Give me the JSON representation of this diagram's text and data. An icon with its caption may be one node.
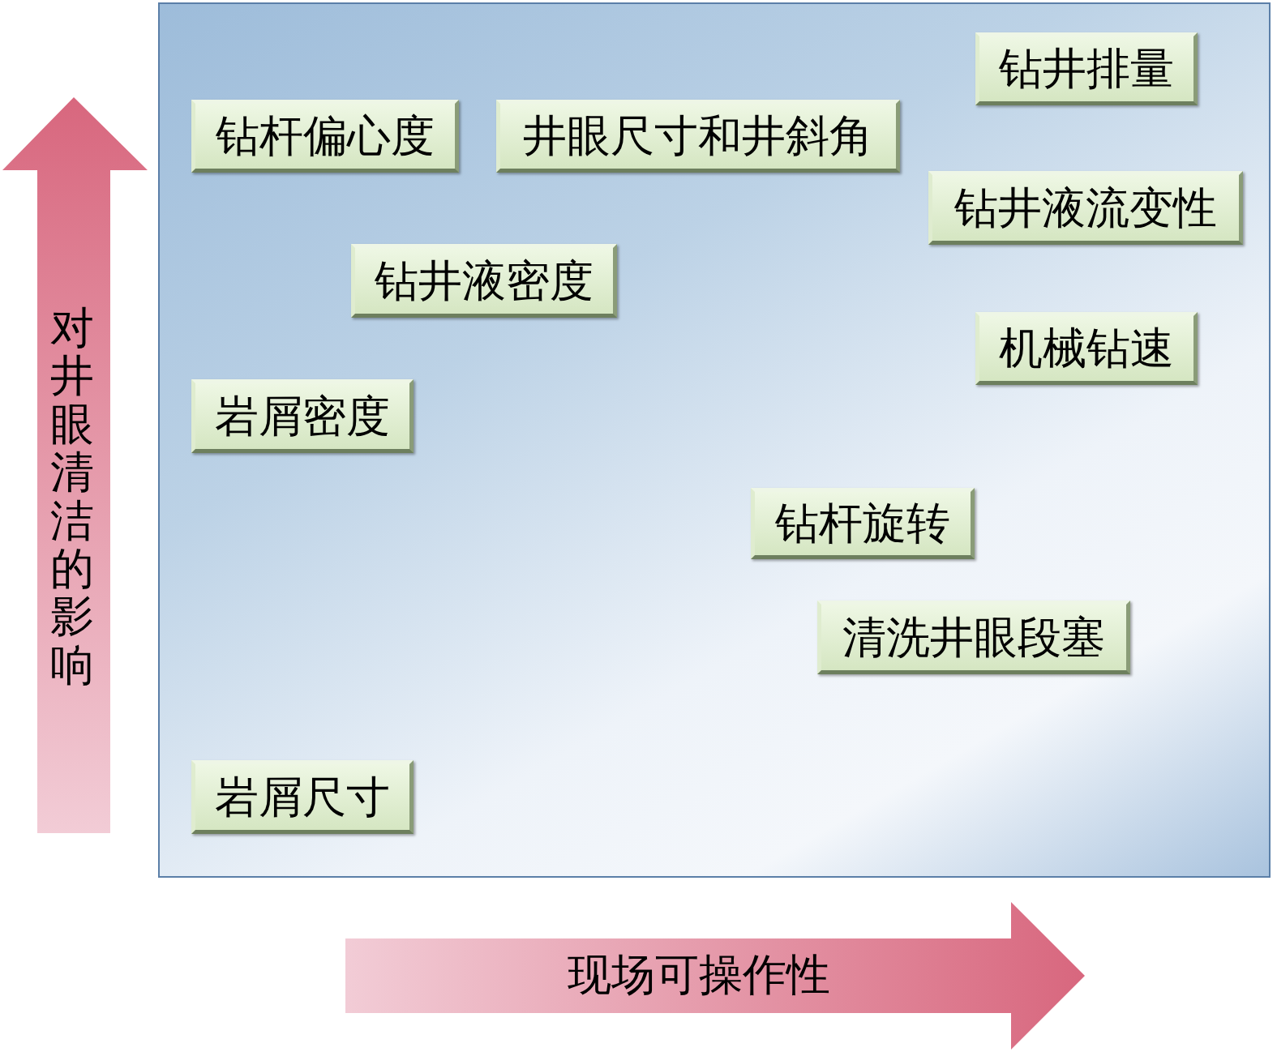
{
  "diagram": {
    "nodes": [
      {
        "text": [
          "钻井排量"
        ]
      },
      {
        "text": [
          "钻杆偏心度"
        ]
      },
      {
        "text": [
          "井眼尺寸和井斜角"
        ]
      },
      {
        "text": [
          "钻井液流变性"
        ]
      },
      {
        "text": [
          "钻井液密度"
        ]
      },
      {
        "text": [
          "机械钻速"
        ]
      },
      {
        "text": [
          "岩屑密度"
        ]
      },
      {
        "text": [
          "钻杆旋转"
        ]
      },
      {
        "text": [
          "清洗井眼段塞"
        ]
      },
      {
        "text": [
          "岩屑尺寸"
        ]
      }
    ],
    "labels": [
      "对井眼清洁的影响",
      "现场可操作性"
    ]
  }
}
